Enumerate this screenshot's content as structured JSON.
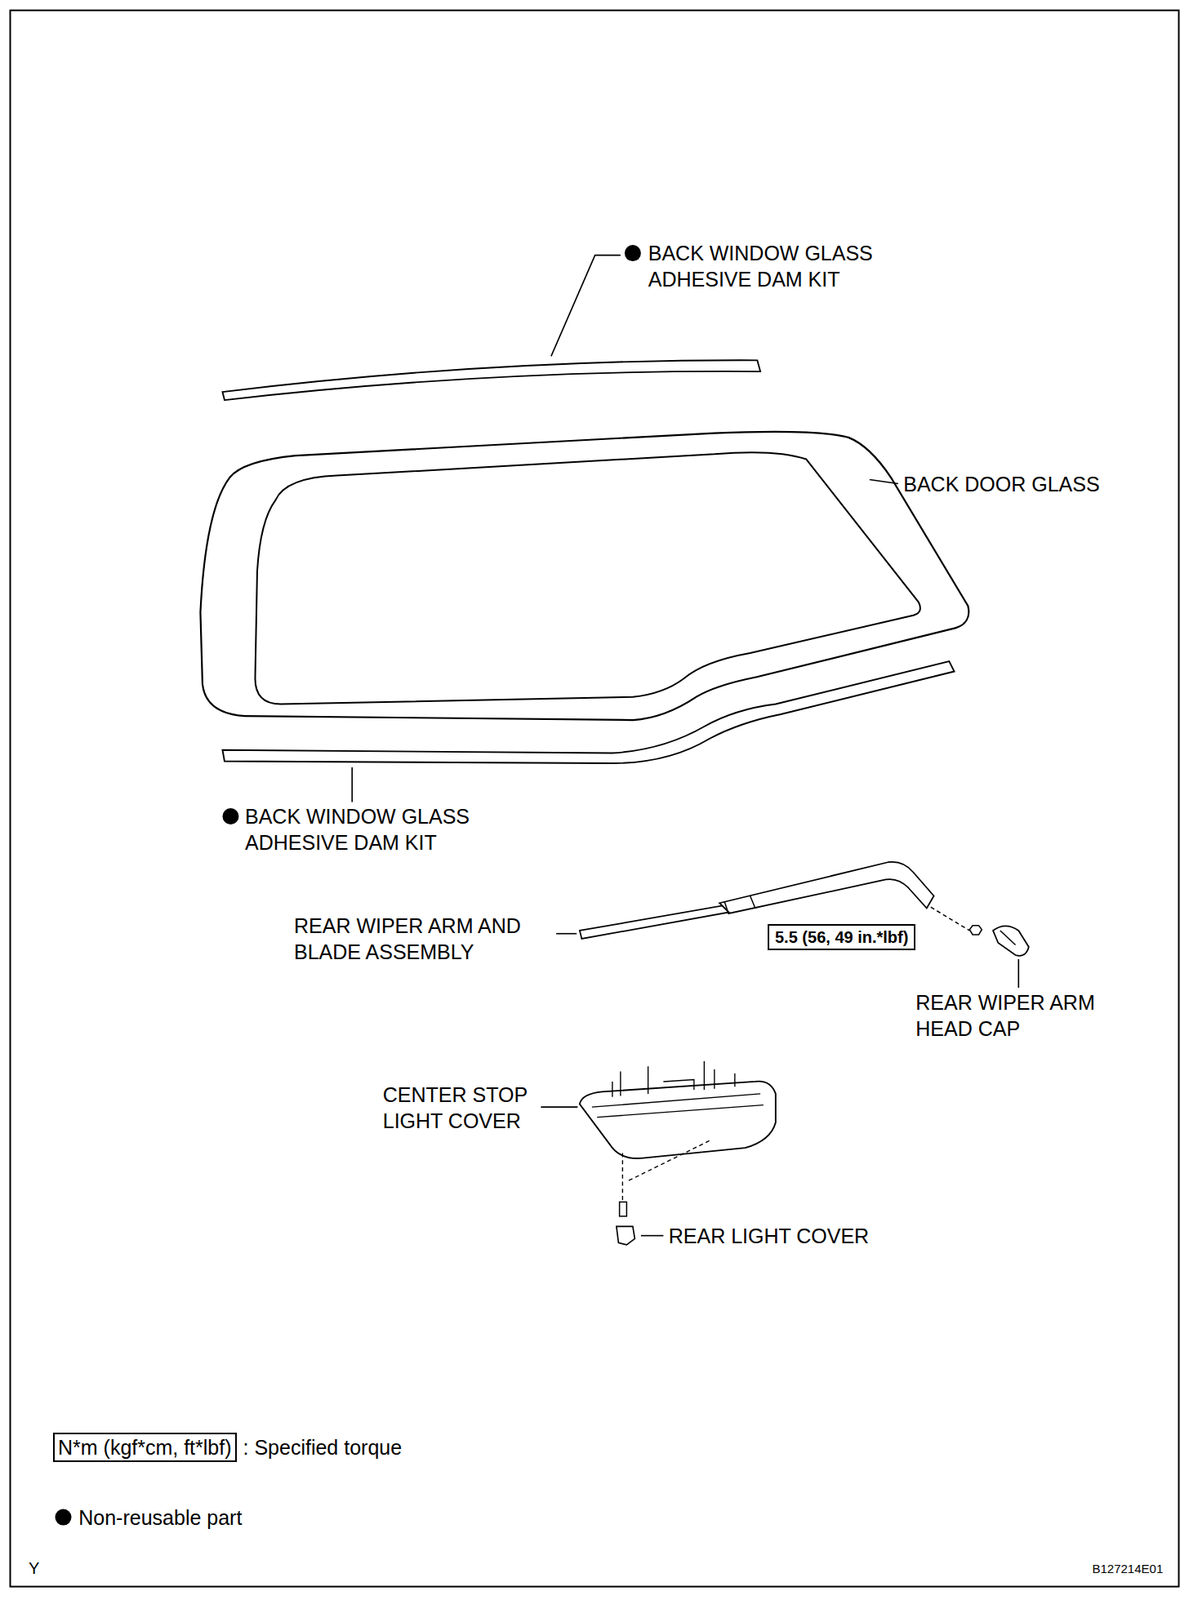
{
  "diagram": {
    "nodes": [
      {
        "text": [
          "5.5 (56, 49 in.*lbf)"
        ]
      },
      {
        "text": [
          "N*m (kgf*cm, ft*lbf)"
        ]
      }
    ],
    "labels": [
      "BACK WINDOW GLASS ADHESIVE DAM KIT",
      "BACK DOOR GLASS",
      "BACK WINDOW GLASS ADHESIVE DAM KIT",
      "REAR WIPER ARM AND BLADE ASSEMBLY",
      "REAR WIPER ARM HEAD CAP",
      "CENTER STOP LIGHT COVER",
      "REAR LIGHT COVER",
      "Y",
      "B127214E01"
    ],
    "legend": [
      {
        "text": ": Specified torque"
      },
      {
        "text": "Non-reusable part"
      }
    ]
  }
}
